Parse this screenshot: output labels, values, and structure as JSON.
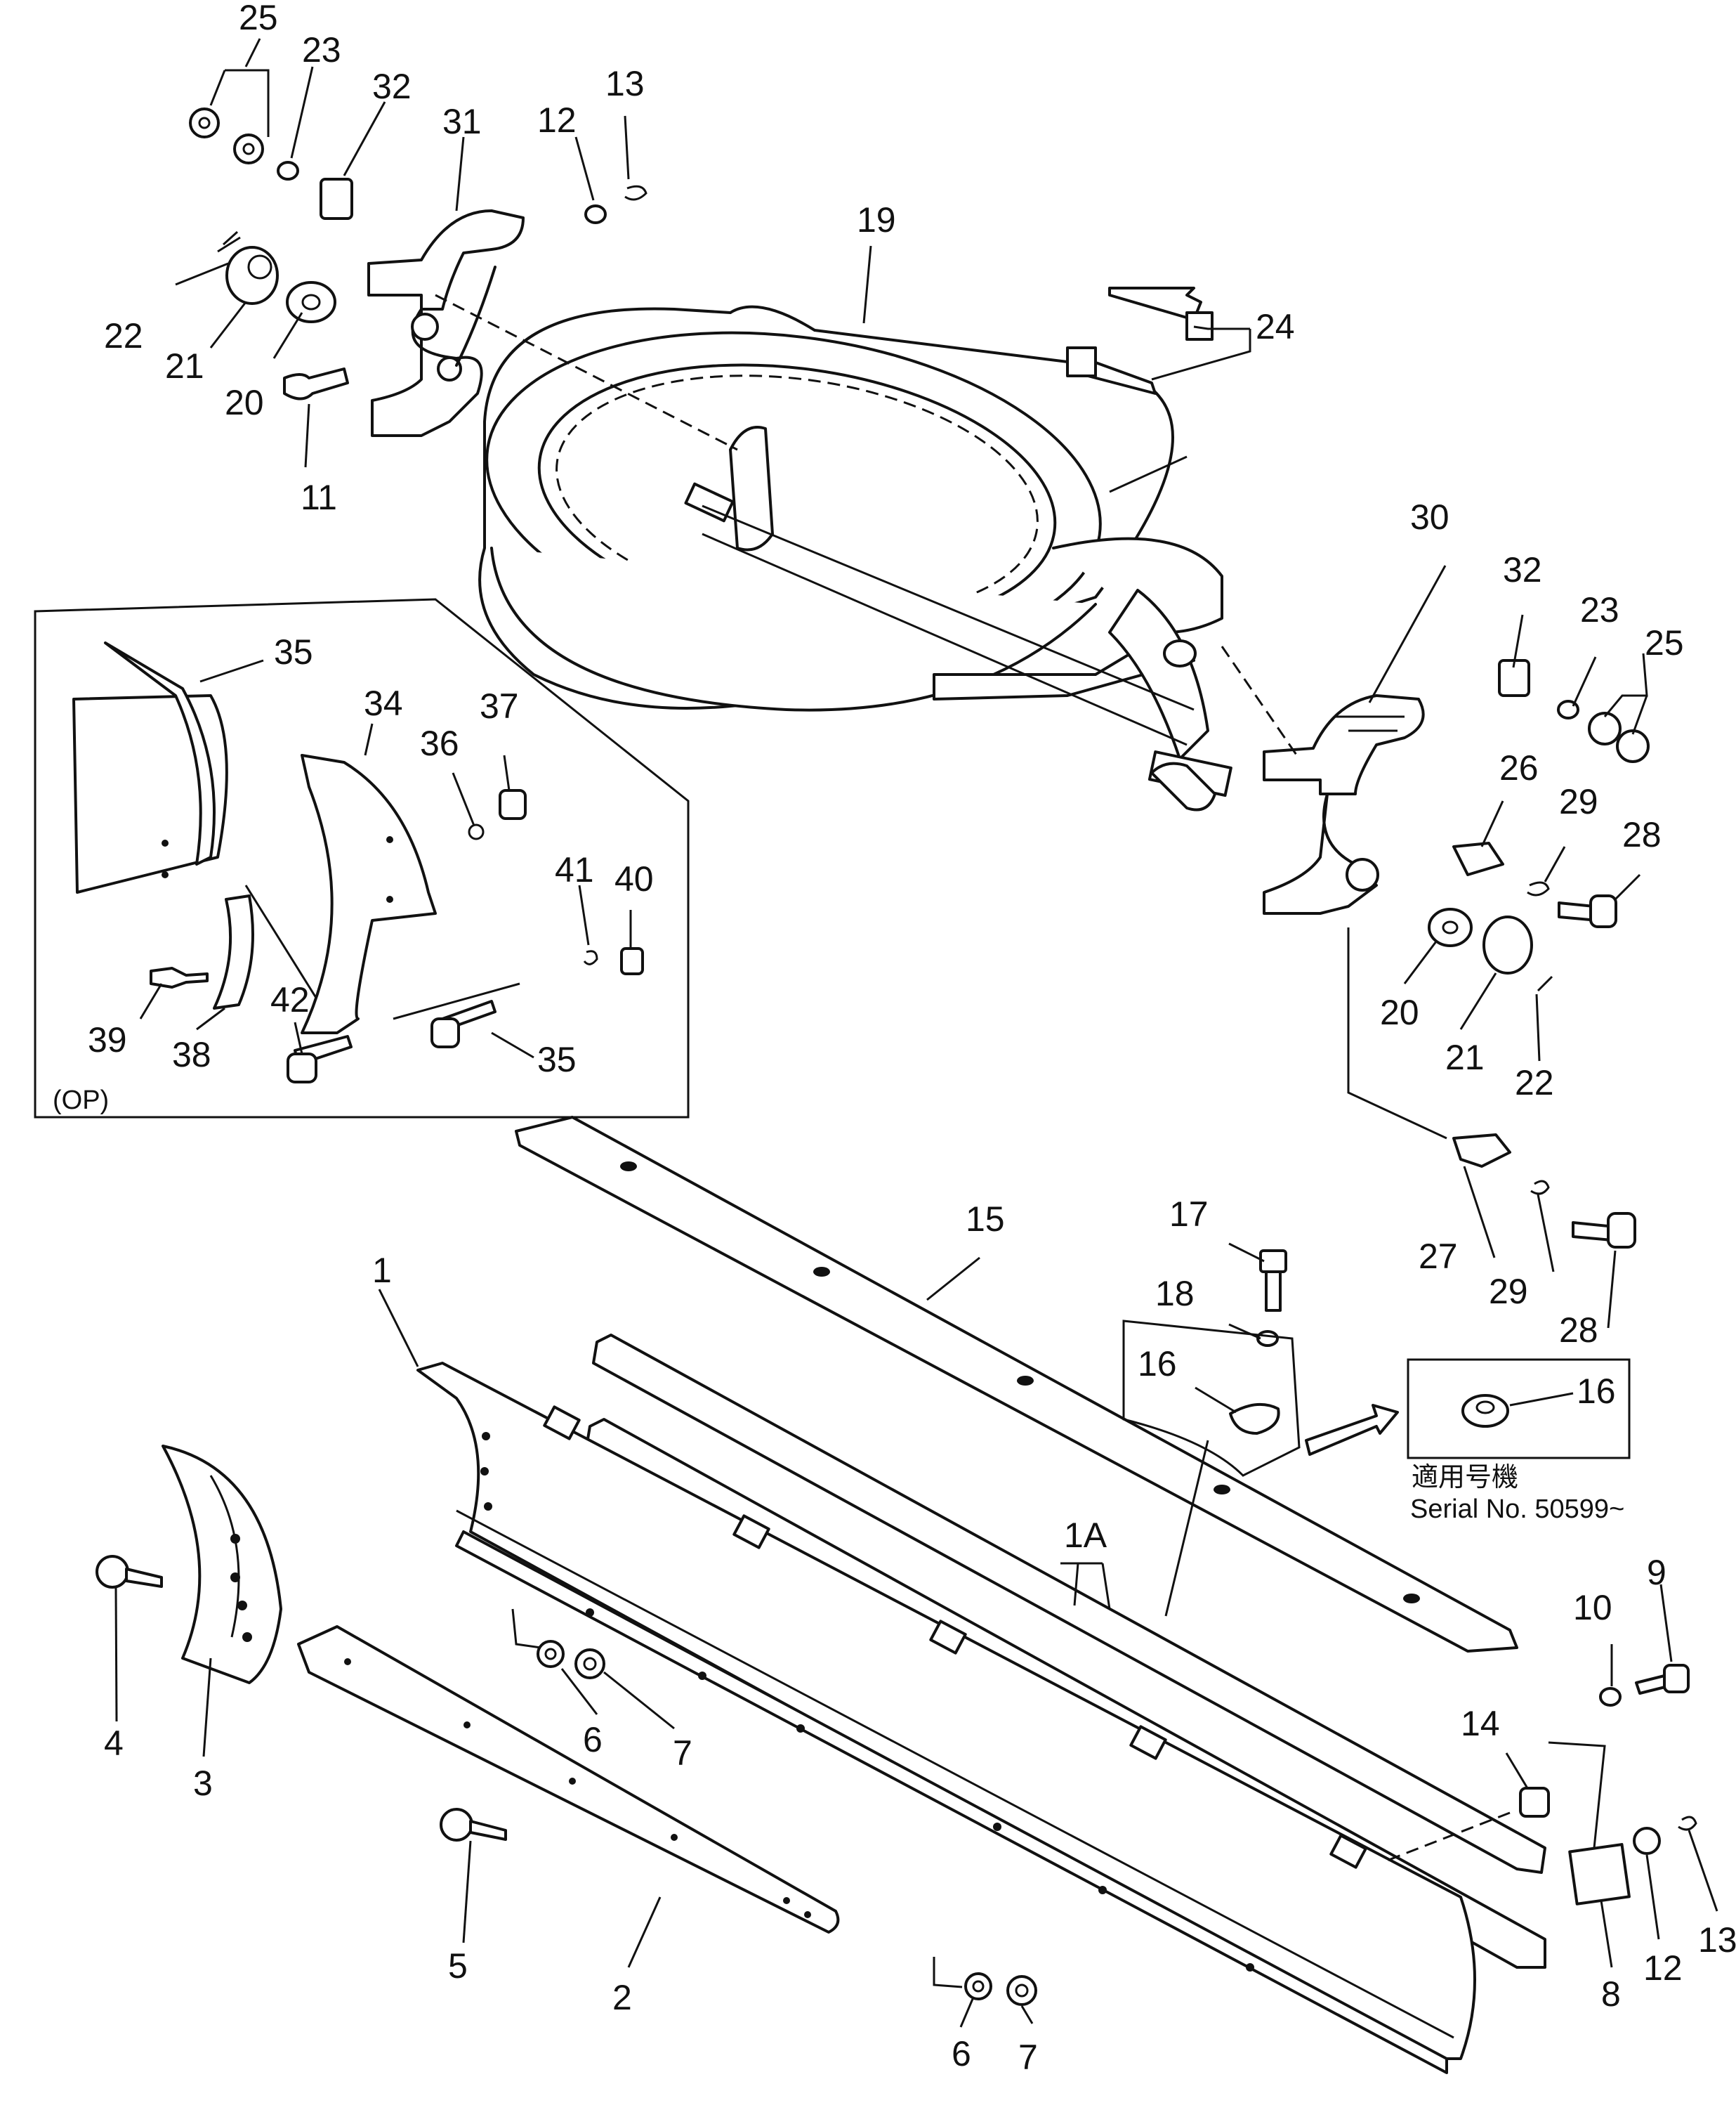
{
  "callouts": [
    {
      "id": "c25a",
      "text": "25"
    },
    {
      "id": "c23a",
      "text": "23"
    },
    {
      "id": "c32a",
      "text": "32"
    },
    {
      "id": "c31",
      "text": "31"
    },
    {
      "id": "c12a",
      "text": "12"
    },
    {
      "id": "c13a",
      "text": "13"
    },
    {
      "id": "c19",
      "text": "19"
    },
    {
      "id": "c24",
      "text": "24"
    },
    {
      "id": "c22a",
      "text": "22"
    },
    {
      "id": "c21a",
      "text": "21"
    },
    {
      "id": "c20a",
      "text": "20"
    },
    {
      "id": "c11",
      "text": "11"
    },
    {
      "id": "c30",
      "text": "30"
    },
    {
      "id": "c32b",
      "text": "32"
    },
    {
      "id": "c23b",
      "text": "23"
    },
    {
      "id": "c25b",
      "text": "25"
    },
    {
      "id": "c26",
      "text": "26"
    },
    {
      "id": "c29a",
      "text": "29"
    },
    {
      "id": "c28a",
      "text": "28"
    },
    {
      "id": "c20b",
      "text": "20"
    },
    {
      "id": "c21b",
      "text": "21"
    },
    {
      "id": "c22b",
      "text": "22"
    },
    {
      "id": "c35a",
      "text": "35"
    },
    {
      "id": "c34",
      "text": "34"
    },
    {
      "id": "c36",
      "text": "36"
    },
    {
      "id": "c37",
      "text": "37"
    },
    {
      "id": "c41",
      "text": "41"
    },
    {
      "id": "c40",
      "text": "40"
    },
    {
      "id": "c39",
      "text": "39"
    },
    {
      "id": "c38",
      "text": "38"
    },
    {
      "id": "c42",
      "text": "42"
    },
    {
      "id": "c35b",
      "text": "35"
    },
    {
      "id": "c15",
      "text": "15"
    },
    {
      "id": "c17",
      "text": "17"
    },
    {
      "id": "c18",
      "text": "18"
    },
    {
      "id": "c16a",
      "text": "16"
    },
    {
      "id": "c16b",
      "text": "16"
    },
    {
      "id": "c27",
      "text": "27"
    },
    {
      "id": "c29b",
      "text": "29"
    },
    {
      "id": "c28b",
      "text": "28"
    },
    {
      "id": "c1",
      "text": "1"
    },
    {
      "id": "c1A",
      "text": "1A"
    },
    {
      "id": "c4",
      "text": "4"
    },
    {
      "id": "c3",
      "text": "3"
    },
    {
      "id": "c6a",
      "text": "6"
    },
    {
      "id": "c7a",
      "text": "7"
    },
    {
      "id": "c5",
      "text": "5"
    },
    {
      "id": "c2",
      "text": "2"
    },
    {
      "id": "c9",
      "text": "9"
    },
    {
      "id": "c10",
      "text": "10"
    },
    {
      "id": "c14",
      "text": "14"
    },
    {
      "id": "c12b",
      "text": "12"
    },
    {
      "id": "c13b",
      "text": "13"
    },
    {
      "id": "c8",
      "text": "8"
    },
    {
      "id": "c6b",
      "text": "6"
    },
    {
      "id": "c7b",
      "text": "7"
    }
  ],
  "inset_option_label": "(OP)",
  "serial_note": {
    "kanji": "適用号機",
    "serial": "Serial No. 50599~"
  }
}
